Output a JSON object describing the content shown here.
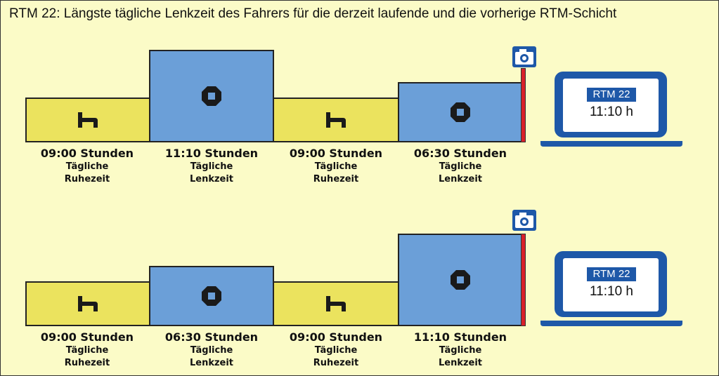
{
  "title": "RTM 22: Längste tägliche Lenkzeit des Fahrers für die derzeit laufende und die vorherige RTM-Schicht",
  "colors": {
    "rest": "#ebe35e",
    "drive": "#6b9fd8",
    "marker": "#d8202a",
    "laptop": "#1e58a8",
    "background": "#fbfbc7"
  },
  "icons": {
    "rest": "bed-icon",
    "drive": "steering-wheel-icon",
    "snapshot": "camera-icon",
    "display": "laptop-icon"
  },
  "rows": [
    {
      "periods": [
        {
          "hours": "09:00 Stunden",
          "kind_line1": "Tägliche",
          "kind_line2": "Ruhezeit",
          "type": "rest"
        },
        {
          "hours": "11:10 Stunden",
          "kind_line1": "Tägliche",
          "kind_line2": "Lenkzeit",
          "type": "drive"
        },
        {
          "hours": "09:00 Stunden",
          "kind_line1": "Tägliche",
          "kind_line2": "Ruhezeit",
          "type": "rest"
        },
        {
          "hours": "06:30 Stunden",
          "kind_line1": "Tägliche",
          "kind_line2": "Lenkzeit",
          "type": "drive"
        }
      ],
      "display": {
        "badge": "RTM 22",
        "value": "11:10 h"
      }
    },
    {
      "periods": [
        {
          "hours": "09:00 Stunden",
          "kind_line1": "Tägliche",
          "kind_line2": "Ruhezeit",
          "type": "rest"
        },
        {
          "hours": "06:30 Stunden",
          "kind_line1": "Tägliche",
          "kind_line2": "Lenkzeit",
          "type": "drive"
        },
        {
          "hours": "09:00 Stunden",
          "kind_line1": "Tägliche",
          "kind_line2": "Ruhezeit",
          "type": "rest"
        },
        {
          "hours": "11:10 Stunden",
          "kind_line1": "Tägliche",
          "kind_line2": "Lenkzeit",
          "type": "drive"
        }
      ],
      "display": {
        "badge": "RTM 22",
        "value": "11:10 h"
      }
    }
  ]
}
